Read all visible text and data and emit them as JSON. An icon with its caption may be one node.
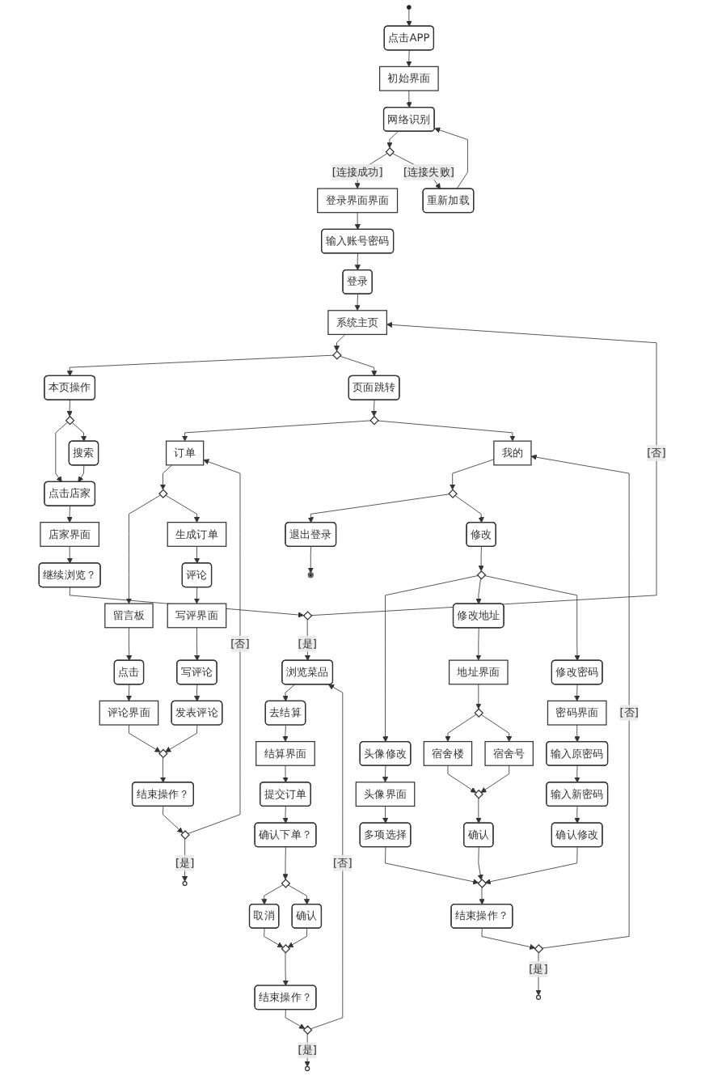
{
  "diagram": {
    "nodes": [
      {
        "text": [],
        "shape": "circle"
      },
      {
        "text": [
          "点击APP"
        ]
      },
      {
        "text": [
          "初始界面"
        ]
      },
      {
        "text": [
          "网络识别"
        ]
      },
      {
        "text": [],
        "shape": "diamond"
      },
      {
        "text": [
          "重新加载"
        ]
      },
      {
        "text": [
          "登录界面界面"
        ]
      },
      {
        "text": [
          "输入账号密码"
        ]
      },
      {
        "text": [
          "登录"
        ]
      },
      {
        "text": [
          "系统主页"
        ]
      },
      {
        "text": [],
        "shape": "diamond"
      },
      {
        "text": [
          "本页操作"
        ]
      },
      {
        "text": [
          "页面跳转"
        ]
      },
      {
        "text": [],
        "shape": "diamond"
      },
      {
        "text": [
          "点击店家"
        ]
      },
      {
        "text": [
          "搜索"
        ]
      },
      {
        "text": [
          "店家界面"
        ]
      },
      {
        "text": [
          "继续浏览？"
        ]
      },
      {
        "text": [],
        "shape": "diamond"
      },
      {
        "text": [
          "浏览菜品"
        ]
      },
      {
        "text": [
          "去结算"
        ]
      },
      {
        "text": [
          "结算界面"
        ]
      },
      {
        "text": [
          "提交订单"
        ]
      },
      {
        "text": [
          "确认下单？"
        ]
      },
      {
        "text": [],
        "shape": "diamond"
      },
      {
        "text": [
          "取消"
        ]
      },
      {
        "text": [
          "确认"
        ]
      },
      {
        "text": [],
        "shape": "diamond"
      },
      {
        "text": [
          "结束操作？"
        ]
      },
      {
        "text": [],
        "shape": "diamond"
      },
      {
        "text": [],
        "shape": "circle"
      },
      {
        "text": [],
        "shape": "diamond"
      },
      {
        "text": [
          "订单"
        ]
      },
      {
        "text": [],
        "shape": "diamond"
      },
      {
        "text": [
          "留言板"
        ]
      },
      {
        "text": [
          "生成订单"
        ]
      },
      {
        "text": [
          "点击"
        ]
      },
      {
        "text": [
          "评论"
        ]
      },
      {
        "text": [
          "评论界面"
        ]
      },
      {
        "text": [
          "写评界面"
        ]
      },
      {
        "text": [
          "写评论"
        ]
      },
      {
        "text": [
          "发表评论"
        ]
      },
      {
        "text": [],
        "shape": "diamond"
      },
      {
        "text": [
          "结束操作？"
        ]
      },
      {
        "text": [],
        "shape": "diamond"
      },
      {
        "text": [],
        "shape": "circle"
      },
      {
        "text": [
          "我的"
        ]
      },
      {
        "text": [],
        "shape": "diamond"
      },
      {
        "text": [
          "退出登录"
        ]
      },
      {
        "text": [],
        "shape": "circle"
      },
      {
        "text": [
          "修改"
        ]
      },
      {
        "text": [],
        "shape": "diamond"
      },
      {
        "text": [
          "头像修改"
        ]
      },
      {
        "text": [
          "修改地址"
        ]
      },
      {
        "text": [
          "修改密码"
        ]
      },
      {
        "text": [
          "头像界面"
        ]
      },
      {
        "text": [
          "地址界面"
        ]
      },
      {
        "text": [
          "密码界面"
        ]
      },
      {
        "text": [
          "多项选择"
        ]
      },
      {
        "text": [],
        "shape": "diamond"
      },
      {
        "text": [
          "输入原密码"
        ]
      },
      {
        "text": [
          "宿舍楼"
        ]
      },
      {
        "text": [
          "宿舍号"
        ]
      },
      {
        "text": [
          "输入新密码"
        ]
      },
      {
        "text": [],
        "shape": "diamond"
      },
      {
        "text": [
          "确认"
        ]
      },
      {
        "text": [
          "确认修改"
        ]
      },
      {
        "text": [],
        "shape": "diamond"
      },
      {
        "text": [
          "结束操作？"
        ]
      },
      {
        "text": [],
        "shape": "diamond"
      },
      {
        "text": [],
        "shape": "circle"
      }
    ],
    "edges": [
      {
        "from": 0,
        "to": 1,
        "arrow": "to"
      },
      {
        "from": 1,
        "to": 2,
        "arrow": "to"
      },
      {
        "from": 2,
        "to": 3,
        "arrow": "to"
      },
      {
        "from": 3,
        "to": 4,
        "arrow": "to"
      },
      {
        "from": 4,
        "to": 6,
        "arrow": "to",
        "label": "[连接成功]"
      },
      {
        "from": 4,
        "to": 5,
        "arrow": "to",
        "label": "[连接失败]"
      },
      {
        "from": 5,
        "to": 3,
        "arrow": "to"
      },
      {
        "from": 6,
        "to": 7,
        "arrow": "to"
      },
      {
        "from": 7,
        "to": 8,
        "arrow": "to"
      },
      {
        "from": 8,
        "to": 9,
        "arrow": "to"
      },
      {
        "from": 9,
        "to": 10,
        "arrow": "to"
      },
      {
        "from": 10,
        "to": 11,
        "arrow": "to"
      },
      {
        "from": 10,
        "to": 12,
        "arrow": "to"
      },
      {
        "from": 11,
        "to": 13,
        "arrow": "to"
      },
      {
        "from": 13,
        "to": 14,
        "arrow": "to"
      },
      {
        "from": 13,
        "to": 15,
        "arrow": "to"
      },
      {
        "from": 15,
        "to": 14,
        "arrow": "to"
      },
      {
        "from": 14,
        "to": 16,
        "arrow": "to"
      },
      {
        "from": 16,
        "to": 17,
        "arrow": "to"
      },
      {
        "from": 17,
        "to": 18,
        "arrow": "to"
      },
      {
        "from": 18,
        "to": 9,
        "arrow": "to",
        "label": "[否]"
      },
      {
        "from": 18,
        "to": 19,
        "arrow": "to",
        "label": "[是]"
      },
      {
        "from": 19,
        "to": 20,
        "arrow": "to"
      },
      {
        "from": 20,
        "to": 21,
        "arrow": "to"
      },
      {
        "from": 21,
        "to": 22,
        "arrow": "to"
      },
      {
        "from": 22,
        "to": 23,
        "arrow": "to"
      },
      {
        "from": 23,
        "to": 24,
        "arrow": "to"
      },
      {
        "from": 24,
        "to": 25,
        "arrow": "to"
      },
      {
        "from": 24,
        "to": 26,
        "arrow": "to"
      },
      {
        "from": 25,
        "to": 27,
        "arrow": "to"
      },
      {
        "from": 26,
        "to": 27,
        "arrow": "to"
      },
      {
        "from": 27,
        "to": 28,
        "arrow": "to"
      },
      {
        "from": 28,
        "to": 29,
        "arrow": "to"
      },
      {
        "from": 29,
        "to": 19,
        "arrow": "to",
        "label": "[否]"
      },
      {
        "from": 29,
        "to": 30,
        "arrow": "to",
        "label": "[是]"
      },
      {
        "from": 12,
        "to": 31,
        "arrow": "to"
      },
      {
        "from": 31,
        "to": 32,
        "arrow": "to"
      },
      {
        "from": 31,
        "to": 46,
        "arrow": "to"
      },
      {
        "from": 32,
        "to": 33,
        "arrow": "to"
      },
      {
        "from": 33,
        "to": 34,
        "arrow": "to"
      },
      {
        "from": 33,
        "to": 35,
        "arrow": "to"
      },
      {
        "from": 34,
        "to": 36,
        "arrow": "to"
      },
      {
        "from": 36,
        "to": 38,
        "arrow": "to"
      },
      {
        "from": 35,
        "to": 37,
        "arrow": "to"
      },
      {
        "from": 37,
        "to": 39,
        "arrow": "to"
      },
      {
        "from": 39,
        "to": 40,
        "arrow": "to"
      },
      {
        "from": 40,
        "to": 41,
        "arrow": "to"
      },
      {
        "from": 38,
        "to": 42,
        "arrow": "to"
      },
      {
        "from": 41,
        "to": 42,
        "arrow": "to"
      },
      {
        "from": 42,
        "to": 43,
        "arrow": "to"
      },
      {
        "from": 43,
        "to": 44,
        "arrow": "to"
      },
      {
        "from": 44,
        "to": 32,
        "arrow": "to",
        "label": "[否]"
      },
      {
        "from": 44,
        "to": 45,
        "arrow": "to",
        "label": "[是]"
      },
      {
        "from": 46,
        "to": 47,
        "arrow": "to"
      },
      {
        "from": 47,
        "to": 48,
        "arrow": "to"
      },
      {
        "from": 48,
        "to": 49,
        "arrow": "to"
      },
      {
        "from": 47,
        "to": 50,
        "arrow": "to"
      },
      {
        "from": 50,
        "to": 51,
        "arrow": "to"
      },
      {
        "from": 51,
        "to": 52,
        "arrow": "to"
      },
      {
        "from": 51,
        "to": 53,
        "arrow": "to"
      },
      {
        "from": 51,
        "to": 54,
        "arrow": "to"
      },
      {
        "from": 52,
        "to": 55,
        "arrow": "to"
      },
      {
        "from": 55,
        "to": 58,
        "arrow": "to"
      },
      {
        "from": 53,
        "to": 56,
        "arrow": "to"
      },
      {
        "from": 56,
        "to": 59,
        "arrow": "to"
      },
      {
        "from": 59,
        "to": 61,
        "arrow": "to"
      },
      {
        "from": 59,
        "to": 62,
        "arrow": "to"
      },
      {
        "from": 61,
        "to": 64,
        "arrow": "to"
      },
      {
        "from": 62,
        "to": 64,
        "arrow": "to"
      },
      {
        "from": 64,
        "to": 65,
        "arrow": "to"
      },
      {
        "from": 54,
        "to": 57,
        "arrow": "to"
      },
      {
        "from": 57,
        "to": 60,
        "arrow": "to"
      },
      {
        "from": 60,
        "to": 63,
        "arrow": "to"
      },
      {
        "from": 63,
        "to": 66,
        "arrow": "to"
      },
      {
        "from": 58,
        "to": 67,
        "arrow": "to"
      },
      {
        "from": 65,
        "to": 67,
        "arrow": "to"
      },
      {
        "from": 66,
        "to": 67,
        "arrow": "to"
      },
      {
        "from": 67,
        "to": 68,
        "arrow": "to"
      },
      {
        "from": 68,
        "to": 69,
        "arrow": "to"
      },
      {
        "from": 69,
        "to": 46,
        "arrow": "to",
        "label": "[否]"
      },
      {
        "from": 69,
        "to": 70,
        "arrow": "to",
        "label": "[是]"
      }
    ]
  }
}
